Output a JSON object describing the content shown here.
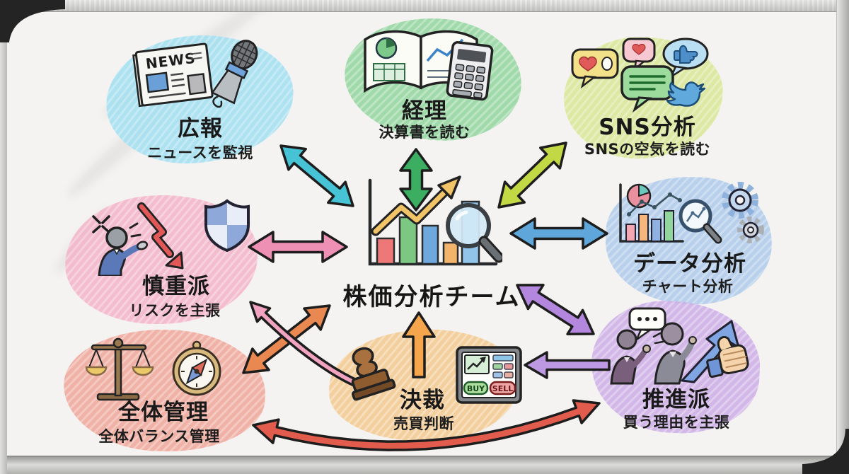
{
  "center": {
    "title": "株価分析チーム",
    "icon": "stock-chart-magnifier-icon"
  },
  "nodes": [
    {
      "id": "pr",
      "title": "広報",
      "subtitle": "ニュースを監視",
      "color": "#9edff2",
      "icons": [
        "newspaper-icon",
        "microphone-icon"
      ]
    },
    {
      "id": "accounting",
      "title": "経理",
      "subtitle": "決算書を読む",
      "color": "#8ed49b",
      "icons": [
        "ledger-book-icon",
        "calculator-icon"
      ]
    },
    {
      "id": "sns",
      "title": "SNS分析",
      "subtitle": "SNSの空気を読む",
      "color": "#d8e793",
      "icons": [
        "chat-bubbles-icon",
        "twitter-bird-icon"
      ]
    },
    {
      "id": "data",
      "title": "データ分析",
      "subtitle": "チャート分析",
      "color": "#abc9ea",
      "icons": [
        "bar-chart-icon",
        "magnifier-icon",
        "gears-icon"
      ]
    },
    {
      "id": "cautious",
      "title": "慎重派",
      "subtitle": "リスクを主張",
      "color": "#f4b2c8",
      "icons": [
        "angry-businessman-icon",
        "down-zigzag-arrow-icon",
        "shield-icon"
      ]
    },
    {
      "id": "management",
      "title": "全体管理",
      "subtitle": "全体バランス管理",
      "color": "#f0a496",
      "icons": [
        "balance-scale-icon",
        "compass-icon"
      ]
    },
    {
      "id": "approval",
      "title": "決裁",
      "subtitle": "売買判断",
      "color": "#f5c88d",
      "icons": [
        "stamp-icon",
        "buy-sell-terminal-icon"
      ]
    },
    {
      "id": "promoters",
      "title": "推進派",
      "subtitle": "買う理由を主張",
      "color": "#cbabe7",
      "icons": [
        "businesspeople-icon",
        "rising-arrow-icon",
        "thumbs-up-icon"
      ]
    }
  ],
  "labels": {
    "news": "NEWS",
    "buy": "BUY",
    "sell": "SELL"
  },
  "arrow_colors": {
    "pr": "#46c3d5",
    "accounting": "#3cae62",
    "sns": "#c3d845",
    "data": "#5fa7da",
    "cautious": "#ee8fb4",
    "promoters": "#b287dd",
    "approval_up": "#f5a54b",
    "management": "#ea8851",
    "cautious_feedback": "#f2a3c0",
    "promoters_to_approval": "#bd99e3",
    "bottom_loop": "#e25c4d"
  }
}
